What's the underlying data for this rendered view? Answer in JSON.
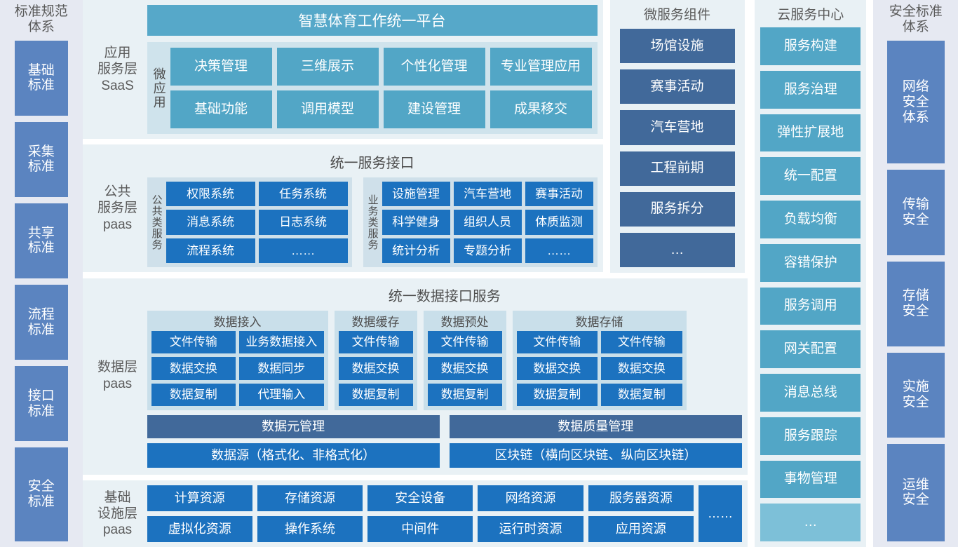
{
  "left_standards": {
    "title": "标准规范\n体系",
    "title_lines": [
      "标准规范",
      "体系"
    ],
    "items": [
      {
        "label": "基础\n标准",
        "lines": [
          "基础",
          "标准"
        ]
      },
      {
        "label": "采集\n标准",
        "lines": [
          "采集",
          "标准"
        ]
      },
      {
        "label": "共享\n标准",
        "lines": [
          "共享",
          "标准"
        ]
      },
      {
        "label": "流程\n标准",
        "lines": [
          "流程",
          "标准"
        ]
      },
      {
        "label": "接口\n标准",
        "lines": [
          "接口",
          "标准"
        ]
      },
      {
        "label": "安全\n标准",
        "lines": [
          "安全",
          "标准"
        ]
      }
    ]
  },
  "application_layer": {
    "layer_label": "应用\n服务层\nSaaS",
    "layer_label_lines": [
      "应用",
      "服务层",
      "SaaS"
    ],
    "banner": "智慧体育工作统一平台",
    "group_label": "微应用",
    "items": [
      "决策管理",
      "三维展示",
      "个性化管理",
      "专业管理应用",
      "基础功能",
      "调用模型",
      "建设管理",
      "成果移交"
    ]
  },
  "public_service_layer": {
    "layer_label": "公共\n服务层\npaas",
    "layer_label_lines": [
      "公共",
      "服务层",
      "paas"
    ],
    "banner": "统一服务接口",
    "groups": [
      {
        "vlabel": "公共类服务",
        "items": [
          "权限系统",
          "任务系统",
          "消息系统",
          "日志系统",
          "流程系统",
          "……"
        ]
      },
      {
        "vlabel": "业务类服务",
        "items": [
          "设施管理",
          "汽车营地",
          "赛事活动",
          "科学健身",
          "组织人员",
          "体质监测",
          "统计分析",
          "专题分析",
          "……"
        ]
      }
    ]
  },
  "data_layer": {
    "layer_label": "数据层\npaas",
    "layer_label_lines": [
      "数据层",
      "paas"
    ],
    "banner": "统一数据接口服务",
    "groups": [
      {
        "title": "数据接入",
        "cols": 2,
        "items": [
          "文件传输",
          "业务数据接入",
          "数据交换",
          "数据同步",
          "数据复制",
          "代理输入"
        ]
      },
      {
        "title": "数据缓存",
        "cols": 1,
        "items": [
          "文件传输",
          "数据交换",
          "数据复制"
        ]
      },
      {
        "title": "数据预处",
        "cols": 1,
        "items": [
          "文件传输",
          "数据交换",
          "数据复制"
        ]
      },
      {
        "title": "数据存储",
        "cols": 2,
        "items": [
          "文件传输",
          "文件传输",
          "数据交换",
          "数据交换",
          "数据复制",
          "数据复制"
        ]
      }
    ],
    "management_row": [
      "数据元管理",
      "数据质量管理"
    ],
    "source_row": [
      "数据源（格式化、非格式化）",
      "区块链（横向区块链、纵向区块链）"
    ]
  },
  "infrastructure_layer": {
    "layer_label": "基础\n设施层\npaas",
    "layer_label_lines": [
      "基础",
      "设施层",
      "paas"
    ],
    "items": [
      "计算资源",
      "存储资源",
      "安全设备",
      "网络资源",
      "服务器资源",
      "虚拟化资源",
      "操作系统",
      "中间件",
      "运行时资源",
      "应用资源"
    ],
    "more": "……"
  },
  "microservice_components": {
    "title": "微服务组件",
    "items": [
      "场馆设施",
      "赛事活动",
      "汽车营地",
      "工程前期",
      "服务拆分",
      "…"
    ]
  },
  "cloud_service_center": {
    "title": "云服务中心",
    "items": [
      "服务构建",
      "服务治理",
      "弹性扩展地",
      "统一配置",
      "负载均衡",
      "容错保护",
      "服务调用",
      "网关配置",
      "消息总线",
      "服务跟踪",
      "事物管理"
    ],
    "more": "…"
  },
  "right_standards": {
    "title_lines": [
      "安全标准",
      "体系"
    ],
    "items": [
      {
        "lines": [
          "网络",
          "安全",
          "体系"
        ]
      },
      {
        "lines": [
          "传输",
          "安全"
        ]
      },
      {
        "lines": [
          "存储",
          "安全"
        ]
      },
      {
        "lines": [
          "实施",
          "安全"
        ]
      },
      {
        "lines": [
          "运维",
          "安全"
        ]
      }
    ]
  },
  "colors": {
    "blue": "#1c72bf",
    "teal": "#52a6c6",
    "teal_light": "#7dc0d8",
    "slate": "#41699a",
    "periwinkle": "#5b84c0",
    "panel_bg": "#e9f1f5",
    "side_bg": "#e6e9f2",
    "group_bg": "#c9dfea"
  }
}
